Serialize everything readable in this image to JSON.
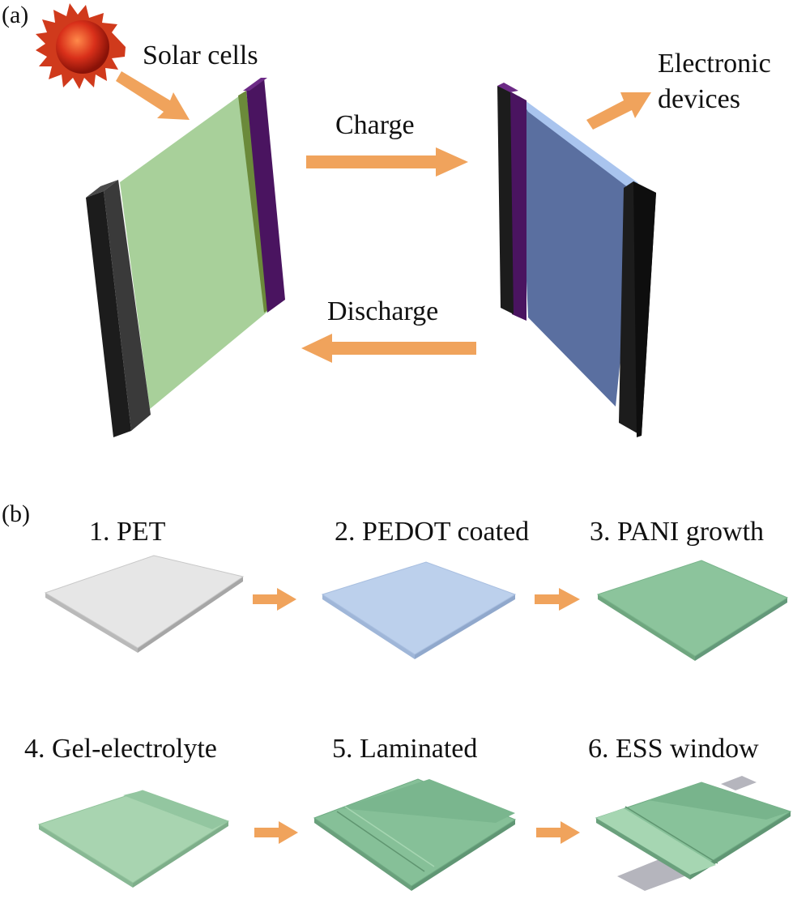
{
  "panel_a": {
    "label": "(a)",
    "solar_label": "Solar cells",
    "charge_label": "Charge",
    "discharge_label": "Discharge",
    "electronic_label_line1": "Electronic",
    "electronic_label_line2": "devices",
    "icons": [
      "sun-icon"
    ]
  },
  "panel_b": {
    "label": "(b)",
    "steps": [
      {
        "label": "1. PET"
      },
      {
        "label": "2. PEDOT coated"
      },
      {
        "label": "3. PANI growth"
      },
      {
        "label": "4. Gel-electrolyte"
      },
      {
        "label": "5. Laminated"
      },
      {
        "label": "6. ESS window"
      }
    ]
  },
  "colors": {
    "arrow": "#f0a35c",
    "green_film": "#a8d09a",
    "blue_film": "#5a6fa0",
    "electrode_dark": "#1c1c1c",
    "electrode_purple": "#4a1460",
    "pet": "#e6e6e6",
    "pedot": "#bcd0ec",
    "pani": "#8cc49c",
    "gel": "#a8d4b0",
    "tab_gray": "#b5b5bd"
  }
}
